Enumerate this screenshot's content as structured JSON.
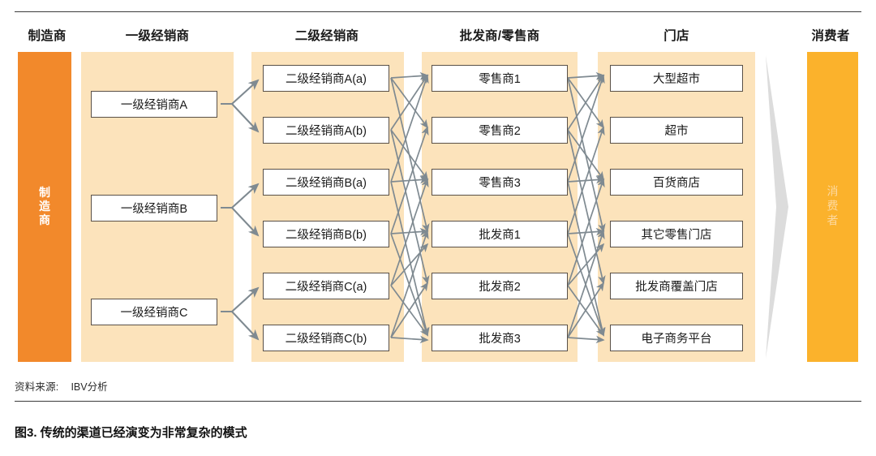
{
  "figure": {
    "caption": "图3. 传统的渠道已经演变为非常复杂的模式",
    "source_label": "资料来源:",
    "source_value": "IBV分析"
  },
  "colors": {
    "manufacturer_column": "#F2892B",
    "consumer_column": "#FBB22C",
    "band_background": "#FCE3BB",
    "node_border": "#595047",
    "node_fill": "#FFFFFF",
    "arrow": "#808B92",
    "chevron": "#D6D6D6",
    "rule": "#3C3C3C"
  },
  "headers": [
    {
      "label": "制造商"
    },
    {
      "label": "一级经销商"
    },
    {
      "label": "二级经销商"
    },
    {
      "label": "批发商/零售商"
    },
    {
      "label": "门店"
    },
    {
      "label": "消费者"
    }
  ],
  "columns": {
    "manufacturer": {
      "header": "制造商",
      "vertical_label": "制造商"
    },
    "tier1": {
      "header": "一级经销商",
      "nodes": [
        {
          "label": "一级经销商A"
        },
        {
          "label": "一级经销商B"
        },
        {
          "label": "一级经销商C"
        }
      ]
    },
    "tier2": {
      "header": "二级经销商",
      "nodes": [
        {
          "label": "二级经销商A(a)"
        },
        {
          "label": "二级经销商A(b)"
        },
        {
          "label": "二级经销商B(a)"
        },
        {
          "label": "二级经销商B(b)"
        },
        {
          "label": "二级经销商C(a)"
        },
        {
          "label": "二级经销商C(b)"
        }
      ]
    },
    "wholesale_retail": {
      "header": "批发商/零售商",
      "nodes": [
        {
          "label": "零售商1"
        },
        {
          "label": "零售商2"
        },
        {
          "label": "零售商3"
        },
        {
          "label": "批发商1"
        },
        {
          "label": "批发商2"
        },
        {
          "label": "批发商3"
        }
      ]
    },
    "stores": {
      "header": "门店",
      "nodes": [
        {
          "label": "大型超市"
        },
        {
          "label": "超市"
        },
        {
          "label": "百货商店"
        },
        {
          "label": "其它零售门店"
        },
        {
          "label": "批发商覆盖门店"
        },
        {
          "label": "电子商务平台"
        }
      ]
    },
    "consumer": {
      "header": "消费者",
      "vertical_label": "消费者"
    }
  },
  "flows": {
    "tier1_to_tier2": [
      {
        "from": "一级经销商A",
        "to": "二级经销商A(a)"
      },
      {
        "from": "一级经销商A",
        "to": "二级经销商A(b)"
      },
      {
        "from": "一级经销商B",
        "to": "二级经销商B(a)"
      },
      {
        "from": "一级经销商B",
        "to": "二级经销商B(b)"
      },
      {
        "from": "一级经销商C",
        "to": "二级经销商C(a)"
      },
      {
        "from": "一级经销商C",
        "to": "二级经销商C(b)"
      }
    ],
    "tier2_to_wholesale_note": "多对多交叉连线",
    "wholesale_to_stores_note": "多对多交叉连线"
  }
}
